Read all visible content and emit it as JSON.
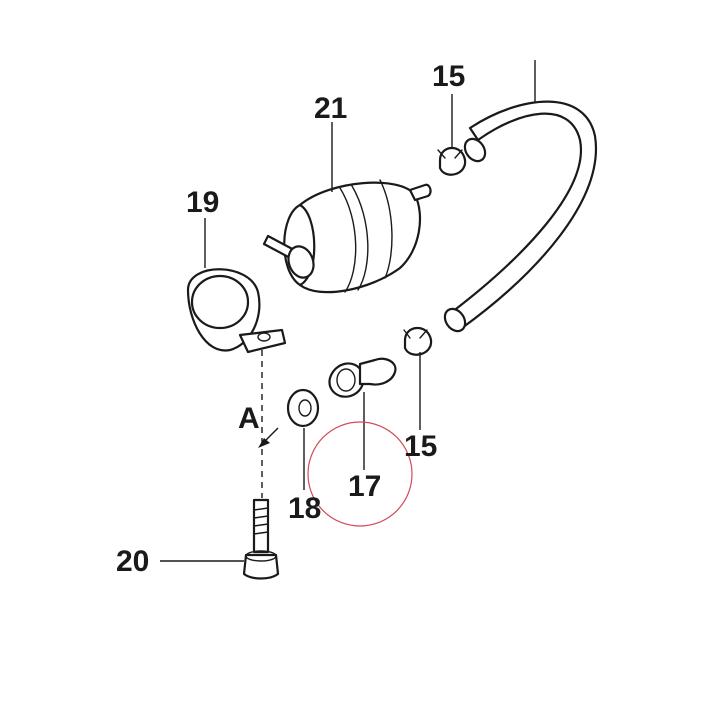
{
  "callouts": {
    "part_15_top": "15",
    "part_21": "21",
    "part_19": "19",
    "part_17": "17",
    "part_15_bottom": "15",
    "part_18": "18",
    "part_20": "20",
    "view_a": "A"
  },
  "colors": {
    "line": "#1a1a1a",
    "background": "#ffffff",
    "highlight_circle": "#d24b5a"
  }
}
